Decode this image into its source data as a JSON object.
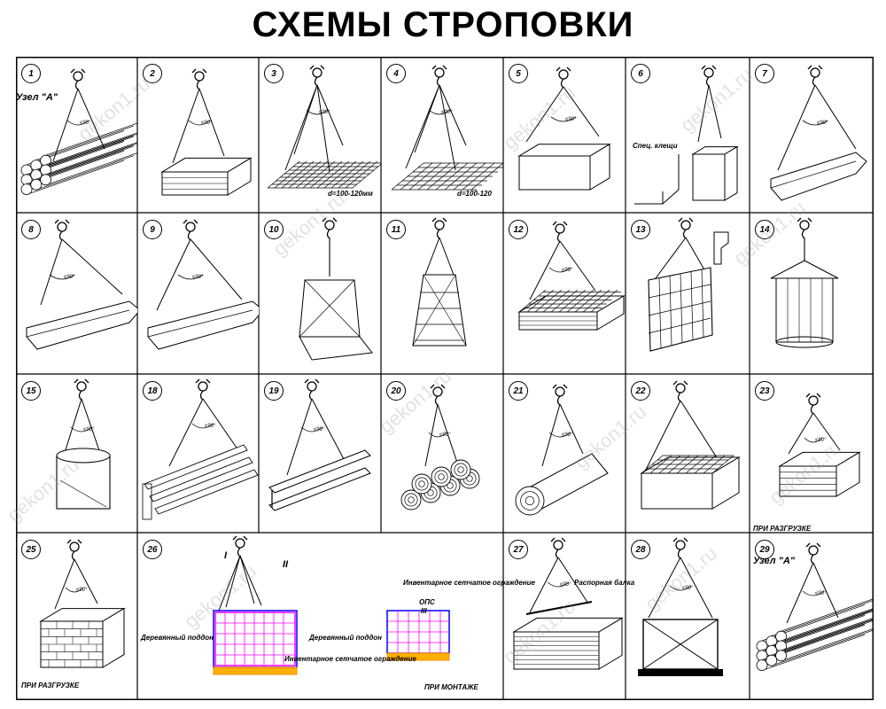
{
  "title": "СХЕМЫ СТРОПОВКИ",
  "watermark": "gekon1.ru",
  "cells": [
    {
      "n": "1"
    },
    {
      "n": "2"
    },
    {
      "n": "3"
    },
    {
      "n": "4"
    },
    {
      "n": "5"
    },
    {
      "n": "6"
    },
    {
      "n": "7"
    },
    {
      "n": "8"
    },
    {
      "n": "9"
    },
    {
      "n": "10"
    },
    {
      "n": "11"
    },
    {
      "n": "12"
    },
    {
      "n": "13"
    },
    {
      "n": "14"
    },
    {
      "n": "15"
    },
    {
      "n": "18"
    },
    {
      "n": "19"
    },
    {
      "n": "20"
    },
    {
      "n": "21"
    },
    {
      "n": "22"
    },
    {
      "n": "23"
    },
    {
      "n": "25"
    },
    {
      "n": "26"
    },
    {
      "n": "27"
    },
    {
      "n": "28"
    },
    {
      "n": "29"
    }
  ],
  "labels": {
    "uzel_a_1": "Узел \"А\"",
    "d3": "d=100-120мм",
    "d4": "d=100-120",
    "spec6": "Спец. клещи",
    "pri_razgruzke_23": "ПРИ РАЗГРУЗКЕ",
    "pri_razgruzke_25": "ПРИ РАЗГРУЗКЕ",
    "derev1": "Деревянный поддон",
    "derev2": "Деревянный поддон",
    "inv1": "Инвентарное сетчатое ограждение",
    "inv2_a": "Инвентарное сетчатое ограждение",
    "inv2_b": "ОПС",
    "roman1": "I",
    "roman2": "II",
    "roman3": "III",
    "pri_montazhe": "ПРИ МОНТАЖЕ",
    "raspor27": "Распорная балка",
    "uzel_a_29": "Узел \"А\""
  }
}
